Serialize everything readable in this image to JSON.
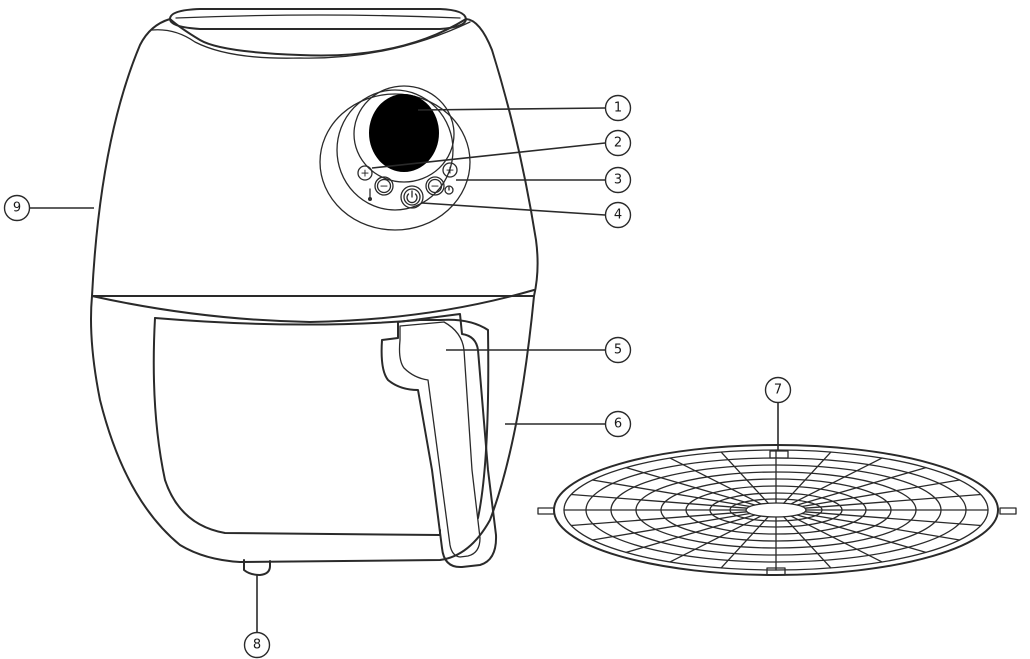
{
  "callouts": [
    {
      "id": "1",
      "label": "1"
    },
    {
      "id": "2",
      "label": "2"
    },
    {
      "id": "3",
      "label": "3"
    },
    {
      "id": "4",
      "label": "4"
    },
    {
      "id": "5",
      "label": "5"
    },
    {
      "id": "6",
      "label": "6"
    },
    {
      "id": "7",
      "label": "7"
    },
    {
      "id": "8",
      "label": "8"
    },
    {
      "id": "9",
      "label": "9"
    }
  ],
  "buttons": {
    "temp_plus": "+",
    "temp_minus": "−",
    "time_plus": "+",
    "time_minus": "−"
  },
  "icons": {
    "power": "power-icon",
    "thermometer": "thermometer-icon",
    "timer": "timer-icon"
  },
  "colors": {
    "line": "#2a2a2a",
    "background": "#ffffff",
    "display": "#000000"
  }
}
